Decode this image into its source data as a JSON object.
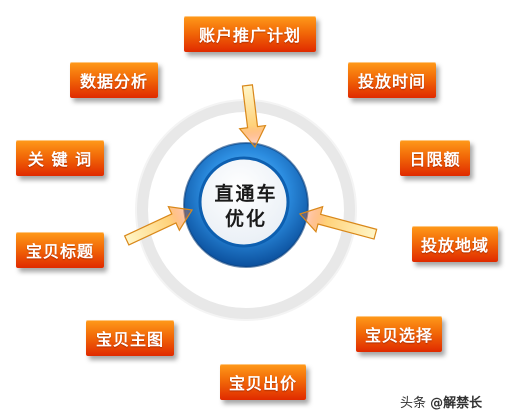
{
  "diagram": {
    "center": {
      "line1": "直通车",
      "line2": "优化"
    },
    "nodes": [
      {
        "id": "account-plan",
        "label": "账户推广计划"
      },
      {
        "id": "data-analysis",
        "label": "数据分析"
      },
      {
        "id": "schedule",
        "label": "投放时间"
      },
      {
        "id": "keywords",
        "label": "关 键 词"
      },
      {
        "id": "daily-budget",
        "label": "日限额"
      },
      {
        "id": "item-title",
        "label": "宝贝标题"
      },
      {
        "id": "region",
        "label": "投放地域"
      },
      {
        "id": "main-image",
        "label": "宝贝主图"
      },
      {
        "id": "item-selection",
        "label": "宝贝选择"
      },
      {
        "id": "bid",
        "label": "宝贝出价"
      }
    ],
    "arrows": [
      {
        "from": "account-plan",
        "to": "center"
      },
      {
        "from": "item-title",
        "to": "center"
      },
      {
        "from": "region",
        "to": "center"
      }
    ]
  },
  "watermark": {
    "prefix": "头条",
    "handle": "@解禁长"
  },
  "colors": {
    "box_top": "#ff9a1a",
    "box_bottom": "#e02a00",
    "ring_outer": "#e6e6e6",
    "hub_blue": "#1a73c8",
    "hub_inner": "#ffffff",
    "arrow_fill": "#fff3b0",
    "arrow_stroke": "#d9881a"
  }
}
